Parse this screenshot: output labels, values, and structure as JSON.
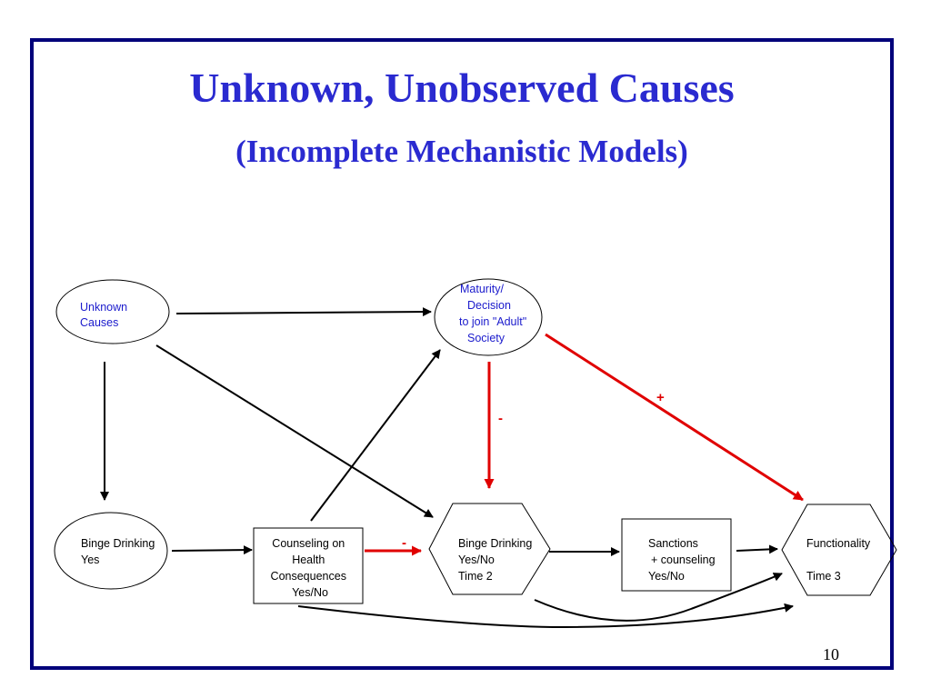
{
  "title": "Unknown, Unobserved Causes",
  "subtitle": "(Incomplete Mechanistic Models)",
  "page_number": "10",
  "colors": {
    "border": "#00007a",
    "title": "#2a2ad0",
    "node_text_blue": "#1a1acc",
    "negative_arrow": "#e00000",
    "positive_arrow": "#e00000"
  },
  "nodes": {
    "unknown_causes": {
      "shape": "ellipse",
      "lines": [
        "Unknown",
        "Causes"
      ]
    },
    "maturity": {
      "shape": "ellipse",
      "lines": [
        "Maturity/",
        "Decision",
        "to join \"Adult\"",
        "Society"
      ]
    },
    "binge_yes": {
      "shape": "ellipse",
      "lines": [
        "Binge Drinking",
        "Yes"
      ]
    },
    "counseling": {
      "shape": "rectangle",
      "lines": [
        "Counseling on",
        "Health",
        "Consequences",
        "Yes/No"
      ]
    },
    "binge_t2": {
      "shape": "hexagon",
      "lines": [
        "Binge Drinking",
        "Yes/No",
        "Time 2"
      ]
    },
    "sanctions": {
      "shape": "rectangle",
      "lines": [
        "Sanctions",
        "+ counseling",
        "Yes/No"
      ]
    },
    "functionality": {
      "shape": "hexagon",
      "lines": [
        "Functionality",
        "Time 3"
      ]
    }
  },
  "edge_signs": {
    "maturity_to_binge_t2": "-",
    "maturity_to_functionality": "+",
    "counseling_to_binge_t2": "-"
  }
}
